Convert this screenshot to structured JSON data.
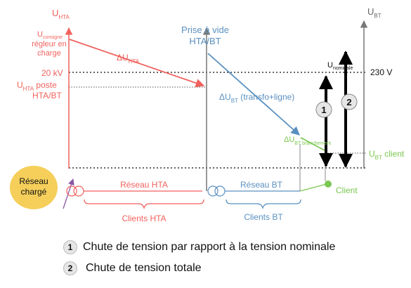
{
  "diagram": {
    "axis_hta": {
      "main": "U",
      "sub": "HTA"
    },
    "axis_bt": {
      "main": "U",
      "sub": "BT"
    },
    "u_consigne": {
      "main": "U",
      "sub": "consigne",
      "line2": "régleur en",
      "line3": "charge"
    },
    "delta_hta": {
      "main": "ΔU",
      "sub": "HTA"
    },
    "kv20": "20 kV",
    "u_poste": {
      "main": "U",
      "sub": "HTA",
      "rest": " poste",
      "line2": "HTA/BT"
    },
    "prise": {
      "line1": "Prise à vide",
      "line2": "HTA/BT"
    },
    "u_nominale": {
      "main": "U",
      "sub": "nominale"
    },
    "v230": "230 V",
    "delta_bt": {
      "main": "ΔU",
      "sub": "BT",
      "rest": " (transfo+ligne)"
    },
    "delta_branch": {
      "main": "ΔU",
      "sub": "BT branchement"
    },
    "u_client": {
      "main": "U",
      "sub": "BT",
      "rest": " client"
    },
    "reseau_charge": {
      "line1": "Réseau",
      "line2": "chargé"
    },
    "reseau_hta": "Réseau HTA",
    "reseau_bt": "Réseau BT",
    "client": "Client",
    "clients_hta": "Clients HTA",
    "clients_bt": "Clients BT",
    "marker1": "1",
    "marker2": "2"
  },
  "legend": [
    {
      "num": "1",
      "text": "Chute de tension par rapport à la tension nominale"
    },
    {
      "num": "2",
      "text": "Chute de tension totale"
    }
  ],
  "colors": {
    "hta": "#f0625d",
    "bt": "#5a90c0",
    "branchement": "#7ac74f",
    "reseau_charge": "#f5cf5a"
  }
}
